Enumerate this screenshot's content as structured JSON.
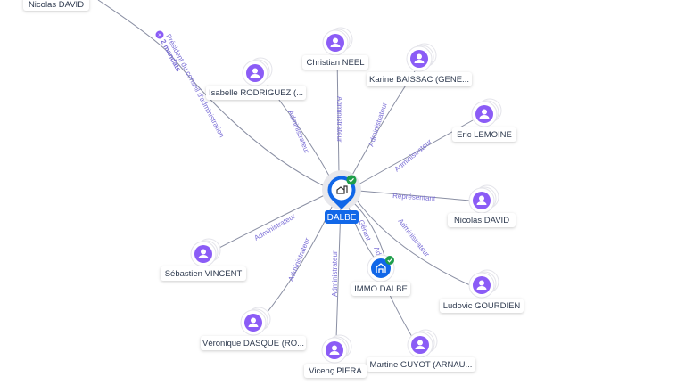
{
  "colors": {
    "person": "#8b5cf6",
    "company": "#1167e8",
    "check": "#1e9e4a",
    "edge_label": "#7b6fd6"
  },
  "center": {
    "name": "DALBE",
    "icon": "building-icon"
  },
  "people": [
    {
      "name": "Nicolas DAVID",
      "role": "Président du conseil d'administration",
      "extra": "2 mandats"
    },
    {
      "name": "Christian NEEL",
      "role": "Administrateur"
    },
    {
      "name": "Isabelle RODRIGUEZ (...",
      "role": "Administrateur"
    },
    {
      "name": "Karine BAISSAC (GENE...",
      "role": "Administrateur"
    },
    {
      "name": "Eric LEMOINE",
      "role": "Administrateur"
    },
    {
      "name": "Nicolas DAVID",
      "role": "Représentant"
    },
    {
      "name": "Ludovic GOURDIEN",
      "role": "Administrateur"
    },
    {
      "name": "Martine GUYOT (ARNAU...",
      "role": ""
    },
    {
      "name": "Vicenç PIERA",
      "role": "Administrateur"
    },
    {
      "name": "Véronique DASQUE (RO...",
      "role": "Administrateur"
    },
    {
      "name": "Sébastien VINCENT",
      "role": "Administrateur"
    }
  ],
  "company": {
    "name": "IMMO DALBE",
    "roles": [
      "Gérant",
      "Ad"
    ]
  }
}
